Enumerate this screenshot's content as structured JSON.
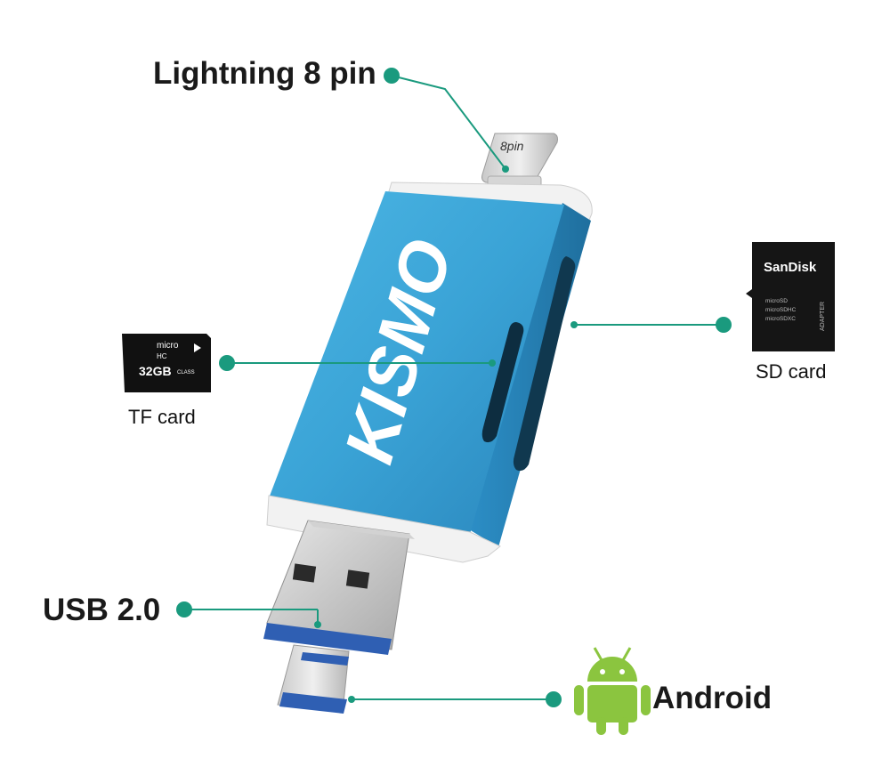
{
  "labels": {
    "lightning": "Lightning 8 pin",
    "pin_tag": "8pin",
    "tf_card": "TF card",
    "sd_card": "SD card",
    "usb": "USB 2.0",
    "android": "Android"
  },
  "device": {
    "brand": "KISMO"
  },
  "tf_card_print": {
    "logo": "micro",
    "logo_sub": "HC",
    "capacity": "32GB",
    "class": "CLASS"
  },
  "sd_card_print": {
    "brand": "SanDisk",
    "lines": [
      "microSD",
      "microSDHC",
      "microSDXC"
    ],
    "side": "ADAPTER"
  },
  "colors": {
    "accent": "#1a9a7e",
    "body_blue": "#3ba6d8",
    "android_green": "#8bc53f",
    "text": "#1a1a1a"
  }
}
